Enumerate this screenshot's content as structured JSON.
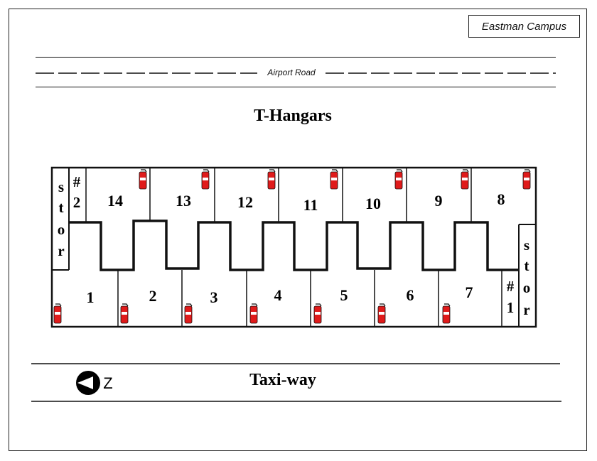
{
  "campus_label": "Eastman Campus",
  "road_label": "Airport Road",
  "title": "T-Hangars",
  "taxiway_label": "Taxi-way",
  "north_arrow_letter": "Z",
  "hangars_top": [
    "14",
    "13",
    "12",
    "11",
    "10",
    "9",
    "8"
  ],
  "hangars_bottom": [
    "1",
    "2",
    "3",
    "4",
    "5",
    "6",
    "7"
  ],
  "storage_2": {
    "number": [
      "#",
      "2"
    ],
    "word": [
      "s",
      "t",
      "o",
      "r"
    ]
  },
  "storage_1": {
    "number": [
      "#",
      "1"
    ],
    "word": [
      "s",
      "t",
      "o",
      "r"
    ]
  },
  "icons": {
    "fire_extinguisher": "fire-extinguisher-icon",
    "north_arrow": "north-arrow-icon"
  },
  "colors": {
    "extinguisher": "#e01b1b",
    "line": "#111111"
  }
}
